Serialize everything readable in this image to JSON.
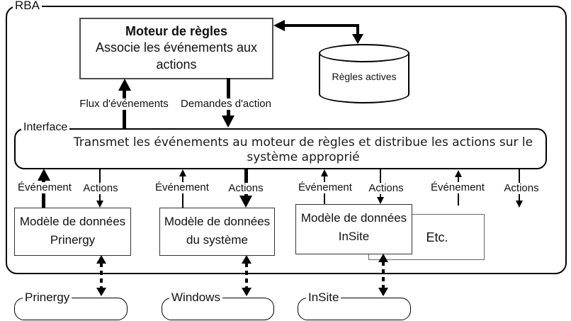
{
  "rba": {
    "label": "RBA"
  },
  "engine": {
    "title": "Moteur de règles",
    "line1": "Associe les événements aux",
    "line2": "actions"
  },
  "store": {
    "label": "Règles actives"
  },
  "engine_links": {
    "up_label": "Flux d'événements",
    "down_label": "Demandes d'action"
  },
  "interface": {
    "label": "Interface",
    "line1": "Transmet les événements au moteur de règles et distribue les actions sur le",
    "line2": "système approprié"
  },
  "channels": [
    {
      "event": "Événement",
      "actions": "Actions"
    },
    {
      "event": "Événement",
      "actions": "Actions"
    },
    {
      "event": "Événement",
      "actions": "Actions"
    },
    {
      "event": "Événement",
      "actions": "Actions"
    }
  ],
  "models": [
    {
      "line1": "Modèle de données",
      "line2": "Prinergy"
    },
    {
      "line1": "Modèle de données",
      "line2": "du système"
    },
    {
      "line1": "Modèle de données",
      "line2": "InSite"
    }
  ],
  "etc": {
    "label": "Etc."
  },
  "systems": [
    {
      "label": "Prinergy"
    },
    {
      "label": "Windows"
    },
    {
      "label": "InSite"
    }
  ],
  "colors": {
    "line": "#000000",
    "box_border": "#4d4d4d",
    "background": "#ffffff"
  }
}
